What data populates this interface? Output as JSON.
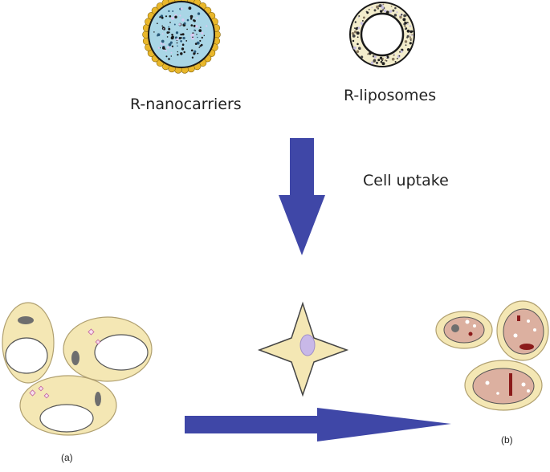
{
  "labels": {
    "nanocarriers": "R-nanocarriers",
    "liposomes": "R-liposomes",
    "uptake": "Cell uptake",
    "panel_a": "(a)",
    "panel_b": "(b)"
  },
  "colors": {
    "arrow": "#3f47a7",
    "cell_fill": "#f4e7b4",
    "cell_stroke": "#b0a070",
    "nano_fill": "#a9d6e6",
    "lipid_head": "#e9b72b",
    "treated_inner": "#dcb0a0",
    "star_fill": "#f4e7b4",
    "nucleus": "#c8b8e8"
  }
}
